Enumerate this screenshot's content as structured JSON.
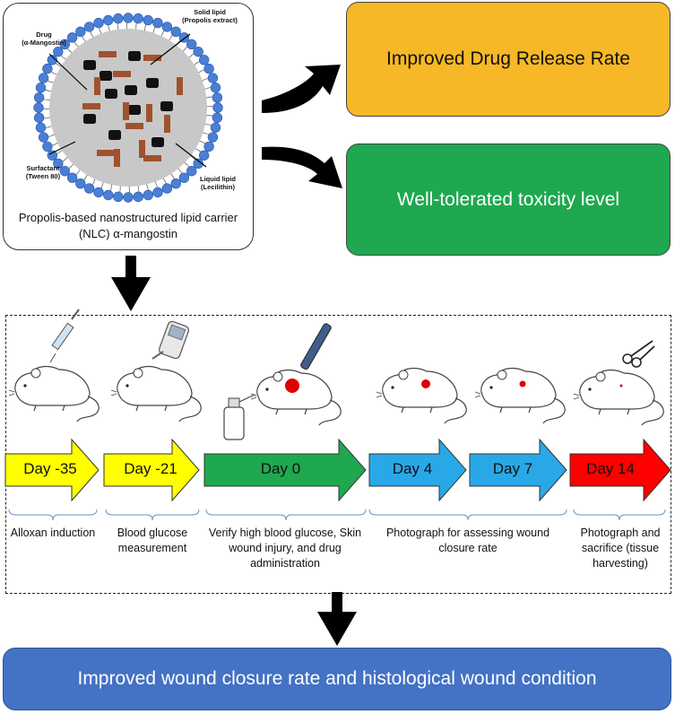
{
  "nlc": {
    "labels": {
      "drug": "Drug\n(α-Mangostin)",
      "solid_lipid": "Solid lipid\n(Propolis extract)",
      "surfactant": "Surfactant\n(Tween 80)",
      "liquid_lipid": "Liquid lipid\n(Lecilithin)"
    },
    "caption": "Propolis-based nanostructured lipid carrier (NLC) α-mangostin"
  },
  "outcomes": {
    "release": "Improved Drug Release Rate",
    "toxicity": "Well-tolerated toxicity level"
  },
  "timeline": {
    "steps": [
      {
        "day": "Day -35",
        "desc": "Alloxan induction",
        "color": "#ffff00",
        "text_color": "#111111"
      },
      {
        "day": "Day -21",
        "desc": "Blood glucose measurement",
        "color": "#ffff00",
        "text_color": "#111111"
      },
      {
        "day": "Day 0",
        "desc": "Verify high blood glucose, Skin wound injury, and drug administration",
        "color": "#1fa84f",
        "text_color": "#111111"
      },
      {
        "day": "Day 4",
        "desc": "Photograph for assessing wound closure rate",
        "color": "#29a8e8",
        "text_color": "#111111"
      },
      {
        "day": "Day 7",
        "desc": "",
        "color": "#29a8e8",
        "text_color": "#111111"
      },
      {
        "day": "Day 14",
        "desc": "Photograph and sacrifice (tissue harvesting)",
        "color": "#ff0000",
        "text_color": "#111111"
      }
    ]
  },
  "final": "Improved wound closure rate and histological wound condition",
  "colors": {
    "lipid_brown": "#a0522d",
    "drug_black": "#111111",
    "shell_blue": "#4a7fd6",
    "core_gray": "#c8c8c8",
    "wound_red": "#e00000"
  },
  "icons": [
    "syringe-icon",
    "glucometer-icon",
    "pen-icon",
    "spray-bottle-icon",
    "scissors-icon",
    "rat-icon"
  ]
}
